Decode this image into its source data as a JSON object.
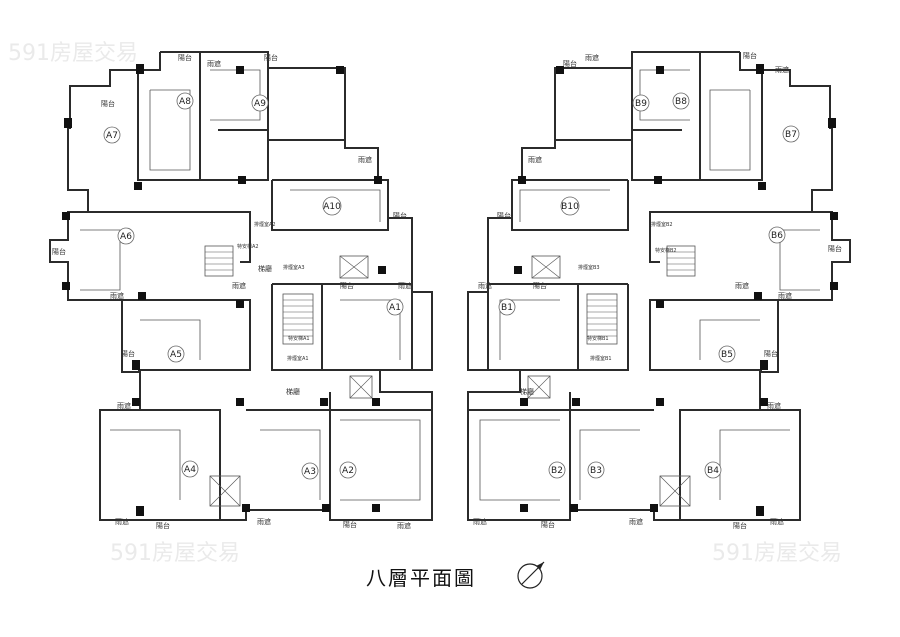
{
  "title": "八層平面圖",
  "watermark": "591房屋交易",
  "units_a": [
    "A1",
    "A2",
    "A3",
    "A4",
    "A5",
    "A6",
    "A7",
    "A8",
    "A9",
    "A10"
  ],
  "units_b": [
    "B1",
    "B2",
    "B3",
    "B4",
    "B5",
    "B6",
    "B7",
    "B8",
    "B9",
    "B10"
  ],
  "rooms": {
    "balcony": "陽台",
    "rain_shelter": "雨遮",
    "corridor": "梯廳"
  },
  "stairs": {
    "smoke_a2": "排煙室A2",
    "smoke_a3": "排煙室A3",
    "smoke_a1": "排煙室A1",
    "safety_a1": "特安梯A1",
    "safety_a2": "特安梯A2",
    "smoke_b2": "排煙室B2",
    "smoke_b3": "排煙室B3",
    "smoke_b1": "排煙室B1",
    "safety_b1": "特安梯B1",
    "safety_b2": "特安梯B2"
  },
  "colors": {
    "wall": "#2b2b2b",
    "background": "#ffffff",
    "watermark": "#d9d9d9"
  }
}
